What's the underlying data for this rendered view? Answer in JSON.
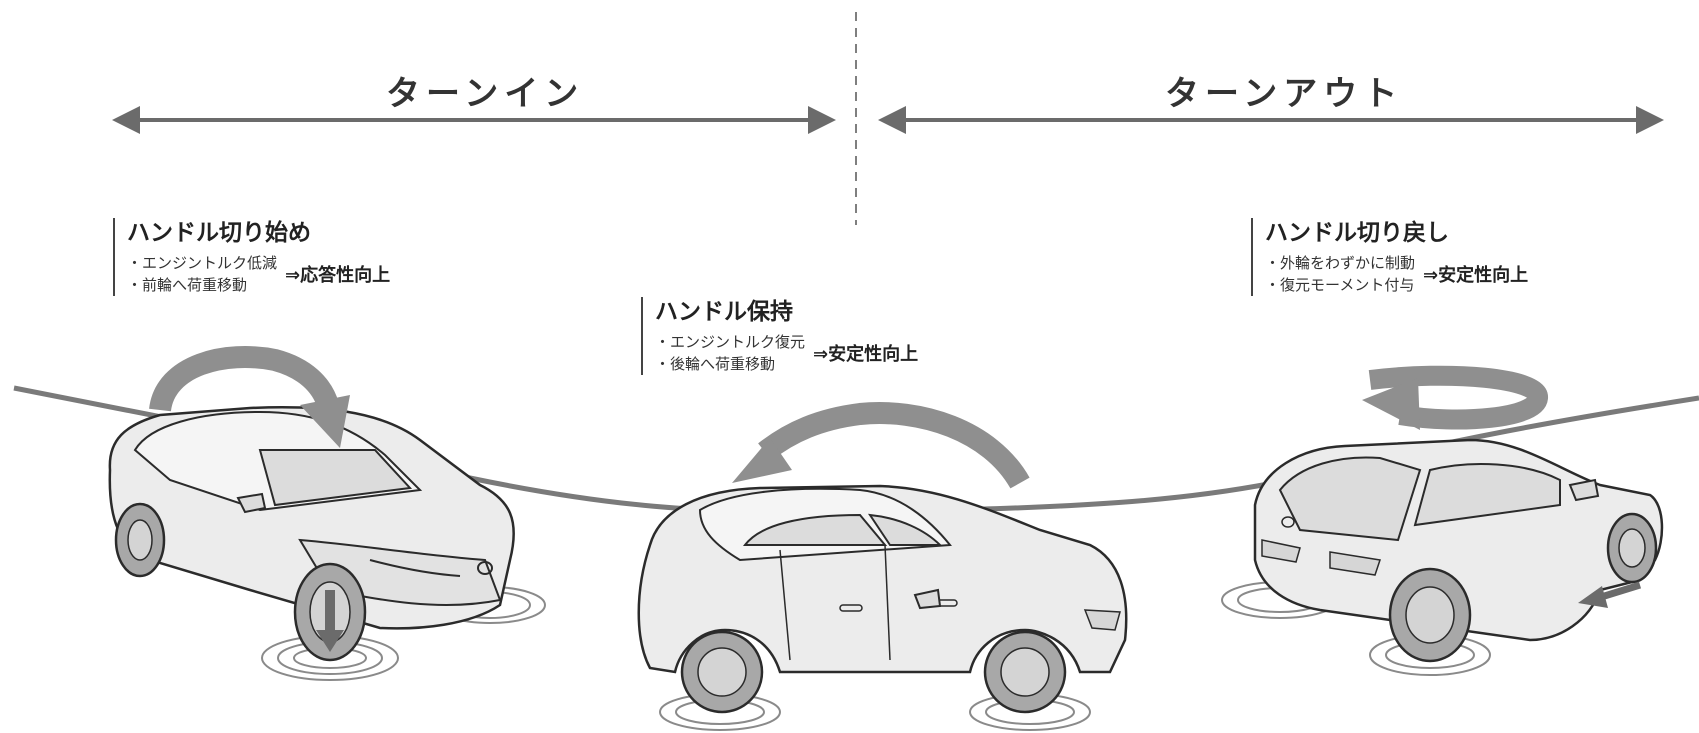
{
  "phases": {
    "turn_in": "ターンイン",
    "turn_out": "ターンアウト"
  },
  "notes": [
    {
      "title": "ハンドル切り始め",
      "items": [
        "・エンジントルク低減",
        "・前輪へ荷重移動"
      ],
      "effect": "⇒応答性向上"
    },
    {
      "title": "ハンドル保持",
      "items": [
        "・エンジントルク復元",
        "・後輪へ荷重移動"
      ],
      "effect": "⇒安定性向上"
    },
    {
      "title": "ハンドル切り戻し",
      "items": [
        "・外輪をわずかに制動",
        "・復元モーメント付与"
      ],
      "effect": "⇒安定性向上"
    }
  ],
  "colors": {
    "arrow": "#6b6b6b",
    "rotation_arrow": "#8f8f8f",
    "road": "#7a7a7a",
    "car_body": "#ececec",
    "outline": "#2b2b2b",
    "tire": "#a8a8a8"
  }
}
